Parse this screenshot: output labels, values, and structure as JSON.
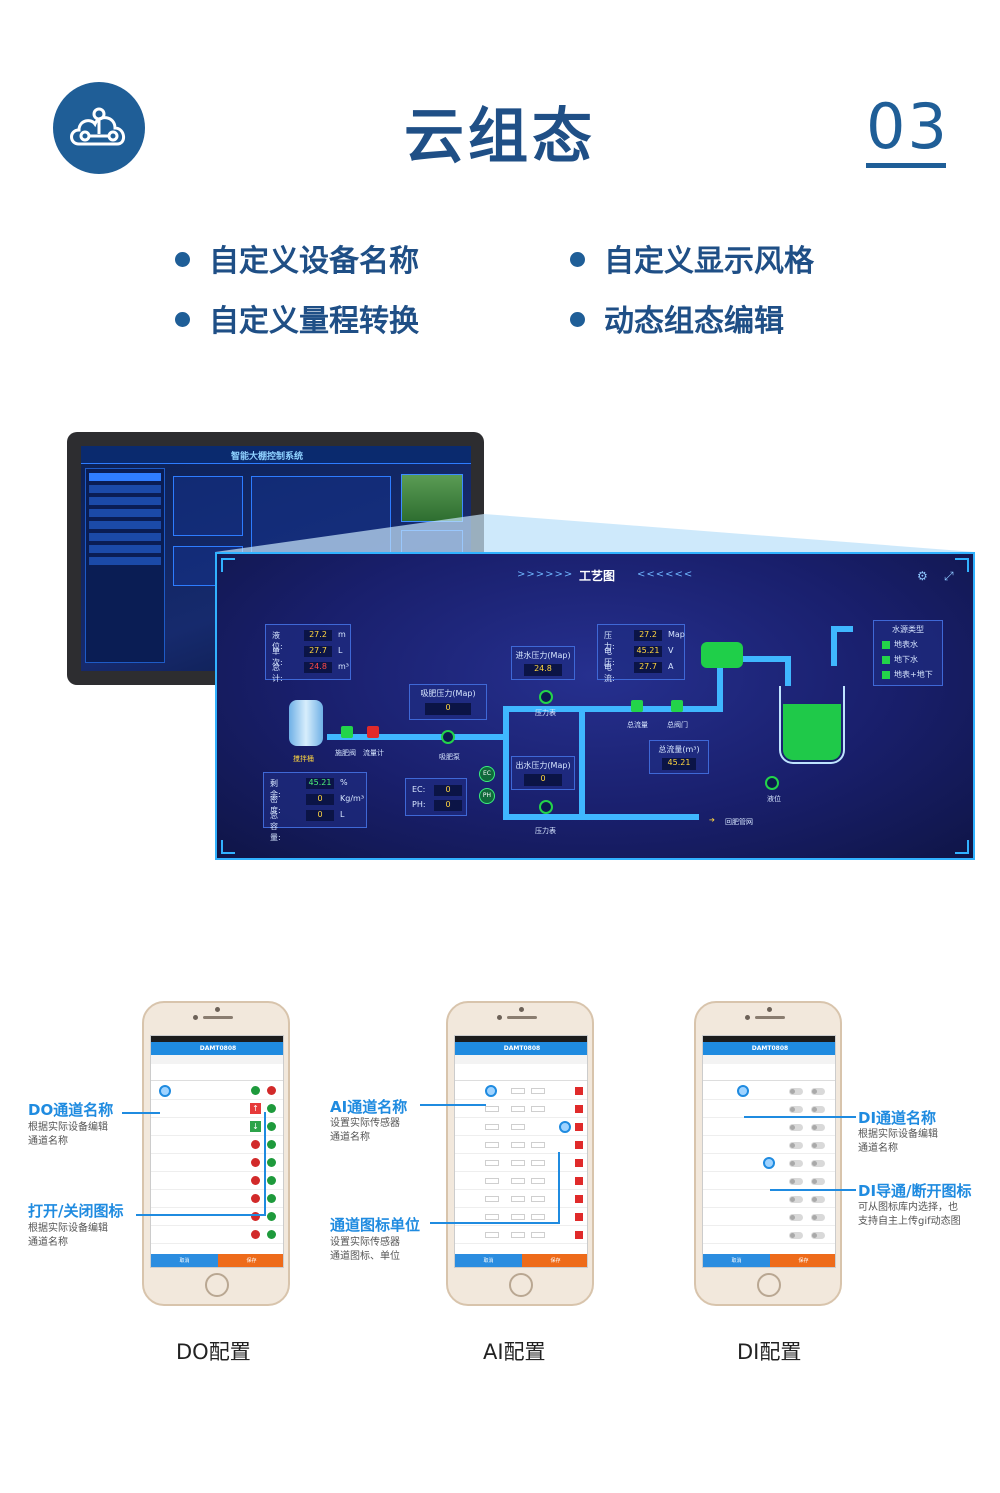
{
  "header": {
    "title": "云组态",
    "page_number": "03",
    "logo_icon": "cloud-network-icon"
  },
  "features": [
    "自定义设备名称",
    "自定义显示风格",
    "自定义量程转换",
    "动态组态编辑"
  ],
  "monitor": {
    "screen_title": "智能大棚控制系统"
  },
  "process": {
    "title": "工艺图",
    "arrows_left": ">>>>>>",
    "arrows_right": "<<<<<<",
    "level_box": {
      "rows": [
        {
          "label": "液位:",
          "value": "27.2",
          "unit": "m"
        },
        {
          "label": "单次:",
          "value": "27.7",
          "unit": "L"
        },
        {
          "label": "总计:",
          "value": "24.8",
          "unit": "m³"
        }
      ]
    },
    "suction_pressure": {
      "title": "吸肥压力(Map)",
      "value": "0"
    },
    "inlet_pressure": {
      "title": "进水压力(Map)",
      "value": "24.8"
    },
    "outlet_pressure": {
      "title": "出水压力(Map)",
      "value": "0"
    },
    "power_box": {
      "rows": [
        {
          "label": "压力:",
          "value": "27.2",
          "unit": "Map"
        },
        {
          "label": "电压:",
          "value": "45.21",
          "unit": "V"
        },
        {
          "label": "电流:",
          "value": "27.7",
          "unit": "A"
        }
      ]
    },
    "total_flow": {
      "title": "总流量(m³)",
      "value": "45.21"
    },
    "remain_box": {
      "rows": [
        {
          "label": "剩余:",
          "value": "45.21",
          "unit": "%"
        },
        {
          "label": "密度:",
          "value": "0",
          "unit": "Kg/m³"
        },
        {
          "label": "总容量:",
          "value": "0",
          "unit": "L"
        }
      ]
    },
    "ec_ph_box": {
      "rows": [
        {
          "label": "EC:",
          "value": "0"
        },
        {
          "label": "PH:",
          "value": "0"
        }
      ]
    },
    "water_source": {
      "title": "水源类型",
      "options": [
        "地表水",
        "地下水",
        "地表+地下"
      ]
    },
    "labels": {
      "mixer": "搅拌桶",
      "fert_valve": "施肥阀",
      "flow_meter": "流量计",
      "fert_pump": "吸肥泵",
      "pressure_gauge_1": "压力表",
      "pressure_gauge_2": "压力表",
      "total_flow_meter": "总流量",
      "main_valve": "总阀门",
      "level_sensor": "液位",
      "return_pipe": "回肥管网",
      "ec_tag": "EC",
      "ph_tag": "PH"
    }
  },
  "phones": [
    {
      "caption": "DO配置",
      "device": "DAMT0808",
      "annotations": [
        {
          "title": "DO通道名称",
          "desc": [
            "根据实际设备编辑",
            "通道名称"
          ]
        },
        {
          "title": "打开/关闭图标",
          "desc": [
            "根据实际设备编辑",
            "通道名称"
          ]
        }
      ],
      "buttons": {
        "cancel": "取消",
        "save": "保存"
      }
    },
    {
      "caption": "AI配置",
      "device": "DAMT0808",
      "annotations": [
        {
          "title": "AI通道名称",
          "desc": [
            "设置实际传感器",
            "通道名称"
          ]
        },
        {
          "title": "通道图标单位",
          "desc": [
            "设置实际传感器",
            "通道图标、单位"
          ]
        }
      ],
      "buttons": {
        "cancel": "取消",
        "save": "保存"
      }
    },
    {
      "caption": "DI配置",
      "device": "DAMT0808",
      "annotations": [
        {
          "title": "DI通道名称",
          "desc": [
            "根据实际设备编辑",
            "通道名称"
          ]
        },
        {
          "title": "DI导通/断开图标",
          "desc": [
            "可从图标库内选择，也",
            "支持自主上传gif动态图"
          ]
        }
      ],
      "buttons": {
        "cancel": "取消",
        "save": "保存"
      }
    }
  ],
  "colors": {
    "brand_blue": "#1f5e97",
    "annotation_blue": "#1f8be0",
    "save_orange": "#ee6b1a",
    "panel_border": "#31b2ff"
  }
}
